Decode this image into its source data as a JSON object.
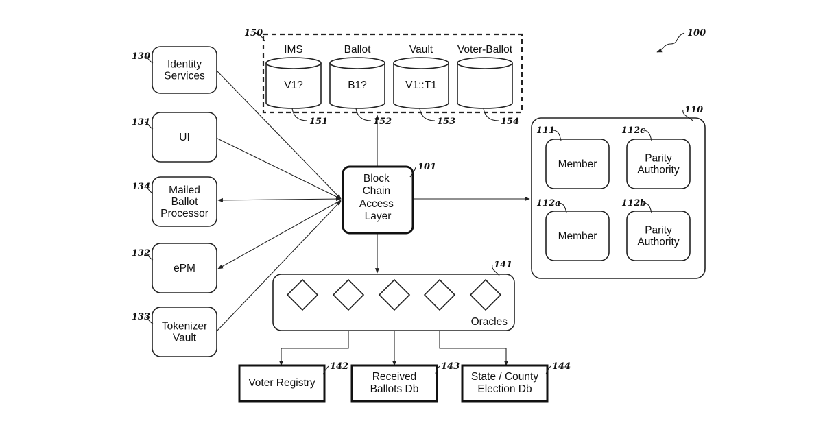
{
  "figure_number": "100",
  "block_chain": {
    "ref": "101",
    "lines": [
      "Block",
      "Chain",
      "Access",
      "Layer"
    ]
  },
  "left_components": [
    {
      "ref": "130",
      "lines": [
        "Identity",
        "Services"
      ]
    },
    {
      "ref": "131",
      "lines": [
        "UI"
      ]
    },
    {
      "ref": "134",
      "lines": [
        "Mailed",
        "Ballot",
        "Processor"
      ]
    },
    {
      "ref": "132",
      "lines": [
        "ePM"
      ]
    },
    {
      "ref": "133",
      "lines": [
        "Tokenizer",
        "Vault"
      ]
    }
  ],
  "datastores": {
    "ref": "150",
    "items": [
      {
        "ref": "151",
        "title": "IMS",
        "content": "V1?"
      },
      {
        "ref": "152",
        "title": "Ballot",
        "content": "B1?"
      },
      {
        "ref": "153",
        "title": "Vault",
        "content": "V1::T1"
      },
      {
        "ref": "154",
        "title": "Voter-Ballot",
        "content": ""
      }
    ]
  },
  "network": {
    "ref": "110",
    "nodes": [
      {
        "ref": "111",
        "lines": [
          "Member"
        ]
      },
      {
        "ref": "112c",
        "lines": [
          "Parity",
          "Authority"
        ]
      },
      {
        "ref": "112a",
        "lines": [
          "Member"
        ]
      },
      {
        "ref": "112b",
        "lines": [
          "Parity",
          "Authority"
        ]
      }
    ]
  },
  "oracles": {
    "ref": "141",
    "label": "Oracles",
    "count": 5
  },
  "external_dbs": [
    {
      "ref": "142",
      "lines": [
        "Voter Registry"
      ]
    },
    {
      "ref": "143",
      "lines": [
        "Received",
        "Ballots Db"
      ]
    },
    {
      "ref": "144",
      "lines": [
        "State / County",
        "Election Db"
      ]
    }
  ]
}
